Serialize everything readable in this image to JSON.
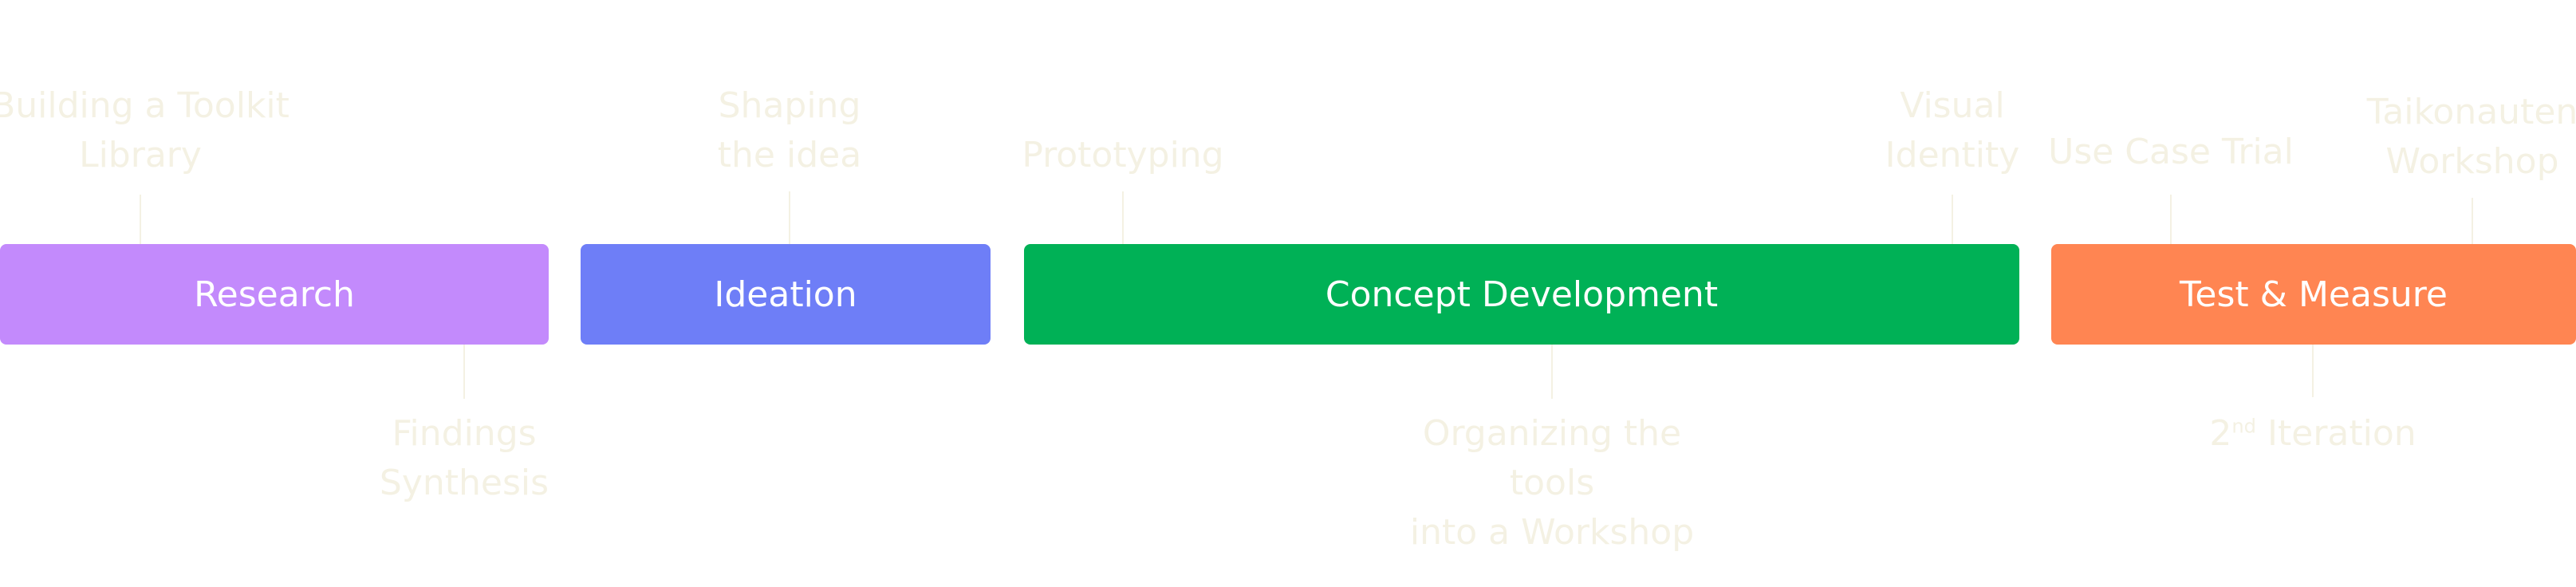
{
  "colors": {
    "research": "#c38afc",
    "ideation": "#6e7ef7",
    "concept_development": "#00b156",
    "test_measure": "#ff8552",
    "annotation_text": "#f4f1e3"
  },
  "phases": [
    {
      "label": "Research"
    },
    {
      "label": "Ideation"
    },
    {
      "label": "Concept Development"
    },
    {
      "label": "Test & Measure"
    }
  ],
  "annotations": {
    "building_toolkit": "Building a Toolkit\nLibrary",
    "shaping_idea": "Shaping\nthe idea",
    "prototyping": "Prototyping",
    "visual_identity": "Visual\nIdentity",
    "use_case_trial": "Use Case Trial",
    "taikonauten_workshop": "Taikonauten\nWorkshop",
    "findings_synthesis": "Findings\nSynthesis",
    "organizing_tools": "Organizing the tools\ninto a Workshop",
    "iteration_number": "2",
    "iteration_suffix": "nd",
    "iteration_label": " Iteration"
  }
}
